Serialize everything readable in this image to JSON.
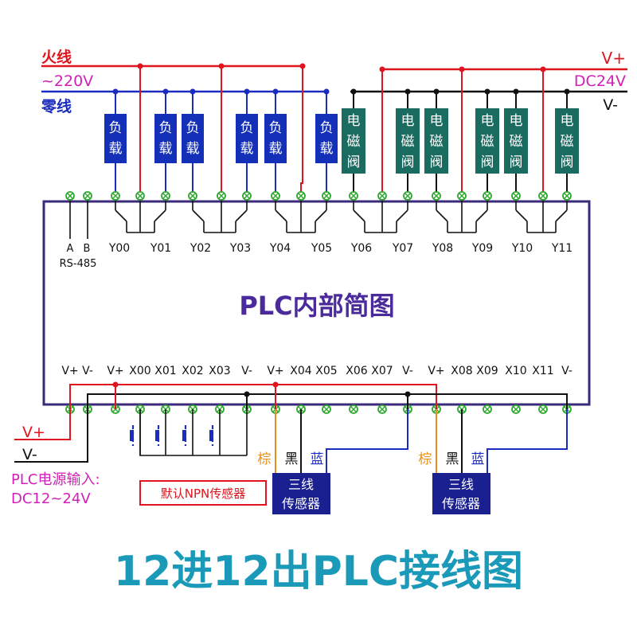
{
  "colors": {
    "red": "#e0141e",
    "blue": "#1a2dbf",
    "black": "#111111",
    "pink": "#d21fb8",
    "purple": "#4b2a9c",
    "teal": "#1a6b60",
    "load_blue": "#1530b8",
    "orange": "#e8901a",
    "green": "#2ea82e",
    "title": "#1a9ab8"
  },
  "power": {
    "live": "火线",
    "voltage_ac": "~220V",
    "neutral": "零线",
    "dc_plus": "V+",
    "dc_voltage": "DC24V",
    "dc_minus": "V-"
  },
  "loads": {
    "ac_load": [
      "负",
      "载"
    ],
    "valve": [
      "电",
      "磁",
      "阀"
    ]
  },
  "outputs": {
    "rs485_a": "A",
    "rs485_b": "B",
    "rs485": "RS-485",
    "labels": [
      "Y00",
      "Y01",
      "Y02",
      "Y03",
      "Y04",
      "Y05",
      "Y06",
      "Y07",
      "Y08",
      "Y09",
      "Y10",
      "Y11"
    ]
  },
  "plc": {
    "title": "PLC内部简图"
  },
  "inputs": {
    "vplus": "V+",
    "vminus": "V-",
    "x": [
      "X00",
      "X01",
      "X02",
      "X03",
      "X04",
      "X05",
      "X06",
      "X07",
      "X08",
      "X09",
      "X10",
      "X11"
    ]
  },
  "supply": {
    "plus": "V+",
    "minus": "V-",
    "note_line1": "PLC电源输入:",
    "note_line2": "DC12~24V",
    "npn_note": "默认NPN传感器"
  },
  "sensor": {
    "brown": "棕",
    "black": "黑",
    "blue": "蓝",
    "line1": "三线",
    "line2": "传感器"
  },
  "footer": {
    "title": "12进12出PLC接线图"
  }
}
